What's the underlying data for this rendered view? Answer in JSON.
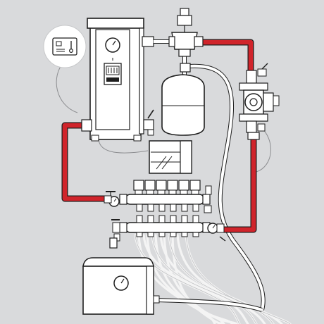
{
  "diagram": {
    "background": "#d9dadc",
    "colors": {
      "supply_pipe": "#d0242b",
      "pipe_outline": "#1e1e1e",
      "fixture_fill": "#ffffff",
      "underfloor_pipe": "#f4f4f4"
    },
    "components": [
      {
        "id": "thermostat",
        "icon": "thermostat-icon"
      },
      {
        "id": "electric-boiler",
        "icon": "boiler-icon"
      },
      {
        "id": "safety-valve-group",
        "icon": "valve-icon"
      },
      {
        "id": "expansion-tank",
        "icon": "tank-icon"
      },
      {
        "id": "circulation-pump",
        "icon": "pump-icon"
      },
      {
        "id": "mixing-unit",
        "icon": "mixer-icon"
      },
      {
        "id": "supply-manifold",
        "icon": "manifold-icon"
      },
      {
        "id": "return-manifold",
        "icon": "manifold-icon"
      },
      {
        "id": "buffer-tank",
        "icon": "tank-icon"
      },
      {
        "id": "floor-heating-loops",
        "icon": "pipe-loops-icon"
      }
    ]
  }
}
